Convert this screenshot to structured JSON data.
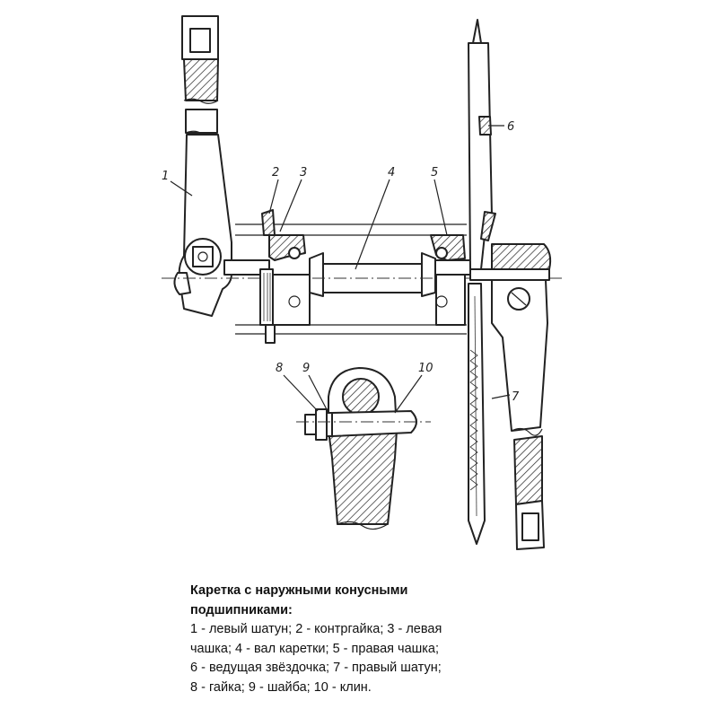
{
  "diagram": {
    "part_numbers": [
      "1",
      "2",
      "3",
      "4",
      "5",
      "6",
      "7",
      "8",
      "9",
      "10"
    ]
  },
  "caption": {
    "title_line1": "Каретка с наружными конусными",
    "title_line2": "подшипниками:",
    "lines": [
      "1 - левый шатун; 2 - контргайка; 3 - левая",
      "чашка; 4 - вал каретки; 5 - правая чашка;",
      "6 - ведущая звёздочка; 7 - правый шатун;",
      "8 - гайка; 9 - шайба; 10 - клин."
    ]
  }
}
